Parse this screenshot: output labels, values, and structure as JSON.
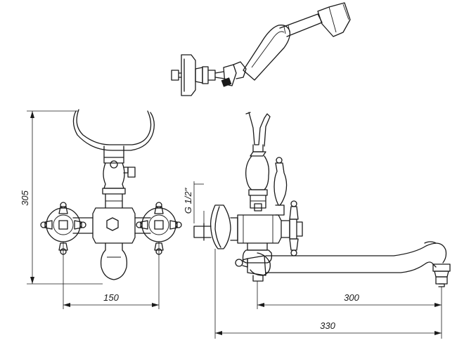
{
  "dimensions": {
    "height_front": "305",
    "width_center": "150",
    "spout_reach": "300",
    "overall_length": "330",
    "thread_size": "G 1/2\""
  }
}
